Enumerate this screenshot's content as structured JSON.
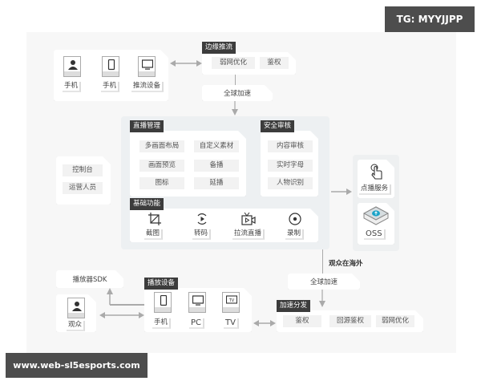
{
  "watermarks": {
    "top": "TG: MYYJJPP",
    "bottom": "www.web-sl5esports.com"
  },
  "push_devices": {
    "items": [
      {
        "label": "手机",
        "icon": "person-icon"
      },
      {
        "label": "手机",
        "icon": "phone-icon"
      },
      {
        "label": "推流设备",
        "icon": "monitor-icon"
      }
    ]
  },
  "edge_push": {
    "title": "边缘推流",
    "chips": [
      "弱网优化",
      "鉴权"
    ]
  },
  "global_accel_top": {
    "label": "全球加速"
  },
  "live_mgmt": {
    "title": "直播管理",
    "chips": [
      "多画面布局",
      "自定义素材",
      "画面预览",
      "备播",
      "图标",
      "延播"
    ]
  },
  "security": {
    "title": "安全审核",
    "chips": [
      "内容审核",
      "实时字母",
      "人物识别"
    ]
  },
  "console": {
    "chips": [
      "控制台",
      "运营人员"
    ]
  },
  "basic": {
    "title": "基础功能",
    "items": [
      {
        "label": "截图",
        "icon": "crop-icon"
      },
      {
        "label": "转码",
        "icon": "transcode-icon"
      },
      {
        "label": "拉流直播",
        "icon": "tv-play-icon"
      },
      {
        "label": "录制",
        "icon": "record-icon"
      }
    ]
  },
  "services": {
    "items": [
      {
        "label": "点播服务",
        "icon": "hand-touch-icon"
      },
      {
        "label": "OSS",
        "icon": "oss-cloud-icon"
      }
    ]
  },
  "overseas_label": "观众在海外",
  "global_accel_bottom": {
    "label": "全球加速"
  },
  "accel_dist": {
    "title": "加速分发",
    "chips": [
      "鉴权",
      "回源鉴权",
      "弱网优化"
    ]
  },
  "player_sdk": {
    "label": "播放器SDK"
  },
  "audience": {
    "label": "观众",
    "icon": "person-icon"
  },
  "play_devices": {
    "title": "播放设备",
    "items": [
      {
        "label": "手机",
        "icon": "phone-icon"
      },
      {
        "label": "PC",
        "icon": "monitor-icon"
      },
      {
        "label": "TV",
        "icon": "tv-icon"
      }
    ]
  },
  "colors": {
    "tag_bg": "#3c3c3c",
    "canvas_bg": "#f7f7f7",
    "arrow": "#aaaaaa",
    "oss_accent": "#1aa3c8"
  }
}
